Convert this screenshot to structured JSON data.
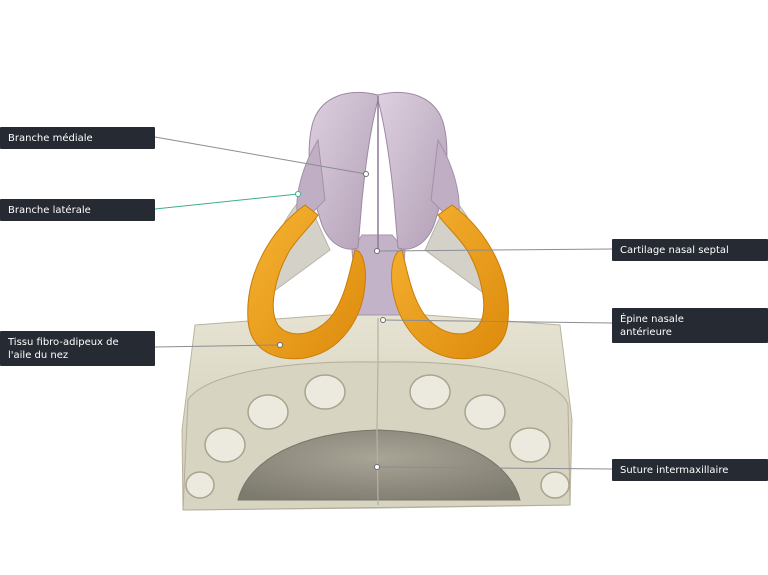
{
  "labels": {
    "branche_mediale": {
      "lines": [
        "Branche médiale"
      ]
    },
    "branche_laterale": {
      "lines": [
        "Branche latérale"
      ]
    },
    "tissu_fibro_adipeux": {
      "lines": [
        "Tissu fibro-adipeux de",
        "l'aile du nez"
      ]
    },
    "cartilage_nasal_septal": {
      "lines": [
        "Cartilage nasal septal"
      ]
    },
    "epine_nasale_anterieure": {
      "lines": [
        "Épine nasale",
        "antérieure"
      ]
    },
    "suture_intermaxillaire": {
      "lines": [
        "Suture intermaxillaire"
      ]
    }
  },
  "colors": {
    "label_background": "#262a33",
    "label_text": "#ffffff",
    "leader_line": "#8a8d93",
    "leader_line_highlight": "#3fae8e",
    "cartilage": "#c9b6cc",
    "fibro_fatty_tissue": "#f0a21a",
    "bone": "#dcd8c6"
  }
}
